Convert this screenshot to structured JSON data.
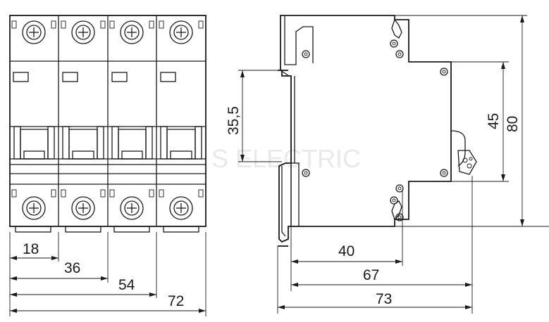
{
  "watermark": "S ELECTRIC",
  "front_view": {
    "poles": 4,
    "width_labels": [
      "18",
      "36",
      "54",
      "72"
    ]
  },
  "side_view": {
    "depth_labels": [
      "40",
      "67",
      "73"
    ],
    "height_labels": [
      "35,5",
      "45",
      "80"
    ]
  }
}
